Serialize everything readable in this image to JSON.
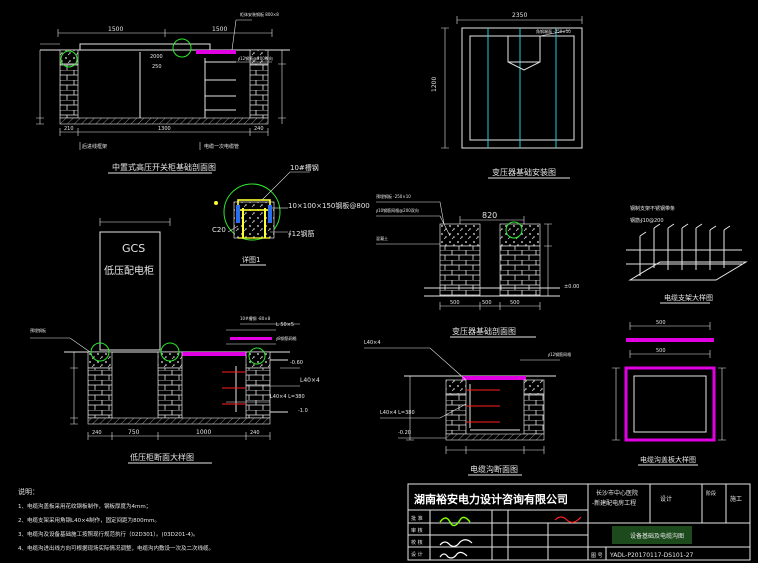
{
  "views": {
    "mv_cabinet_section": {
      "title": "中置式高压开关柜基础剖面图",
      "dims_top": [
        "1500",
        "1500"
      ],
      "dims_bottom": [
        "210",
        "1300",
        "240"
      ],
      "notes": [
        "柜体安装钢板 800×8",
        "∮12钢筋@200双向",
        "2000",
        "250"
      ],
      "labels": [
        "后进线框架",
        "电缆一次电缆管"
      ]
    },
    "transformer_install": {
      "title": "变压器基础安装图",
      "dims": [
        "2350",
        "1200"
      ],
      "notes": [
        "角钢端面 -250×10"
      ]
    },
    "detail1": {
      "title": "详图1",
      "labels": [
        "10#槽钢",
        "10×100×150钢板@800",
        "C20",
        "∮12钢筋"
      ]
    },
    "transformer_section": {
      "title": "变压器基础剖面图",
      "dims": [
        "820",
        "500",
        "500",
        "500"
      ],
      "notes": [
        "预埋钢板 -250×10",
        "∮10钢筋网格@200双向",
        "混凝土",
        "±0.00"
      ]
    },
    "cable_support": {
      "title": "电缆支架大样图",
      "notes": [
        "钢制支架不锈钢带条",
        "钢筋∮10@200"
      ]
    },
    "lv_room_section": {
      "title": "低压柜断面大样图",
      "cabinet_line1": "GCS",
      "cabinet_line2": "低压配电柜",
      "dims_bottom": [
        "240",
        "750",
        "1000",
        "240"
      ],
      "notes": [
        "预埋钢板",
        "10#槽钢 -80×8",
        "L 50×5",
        "∮8钢筋网格",
        "-0.60",
        "L40×4",
        "L40×4 L=380",
        "-1.0"
      ]
    },
    "cable_trench_section": {
      "title": "电缆沟断面图",
      "notes": [
        "L40×4",
        "∮12钢筋网格",
        "L40×4 L=380",
        "-0.20"
      ]
    },
    "cover_plate": {
      "title": "电缆沟盖板大样图",
      "dims": [
        "500",
        "500"
      ]
    }
  },
  "notes": {
    "heading": "说明：",
    "items": [
      "1、电缆沟盖板采用花纹钢板制作，钢板厚度为4mm；",
      "2、电缆支架采用角钢L40×4制作，固定间距为800mm。",
      "3、电缆沟及设备基础施工按照现行规范执行（02D301）。(03D201-4)。",
      "4、电缆沟进出线方向可根据现场实际情况调整，电缆沟内敷设一次及二次线缆。"
    ]
  },
  "title_block": {
    "company": "湖南裕安电力设计咨询有限公司",
    "project_line1": "长沙市中心医院",
    "project_line2": "-新建配电房工程",
    "drawing_title": "设备基础及电缆沟图",
    "stage_label": "施工",
    "design_label": "设计",
    "phase_label": "阶段",
    "drawing_no_label": "图 号",
    "drawing_no": "YADL-P20170117-DS101-27",
    "row_labels": [
      "批 准",
      "审 核",
      "校 核",
      "设 计"
    ]
  },
  "colors": {
    "background": "#000000",
    "line": "#e6e6e6",
    "green": "#2ee82e",
    "cyan": "#2ac7d8",
    "magenta": "#e100e1",
    "red": "#ff2020"
  }
}
